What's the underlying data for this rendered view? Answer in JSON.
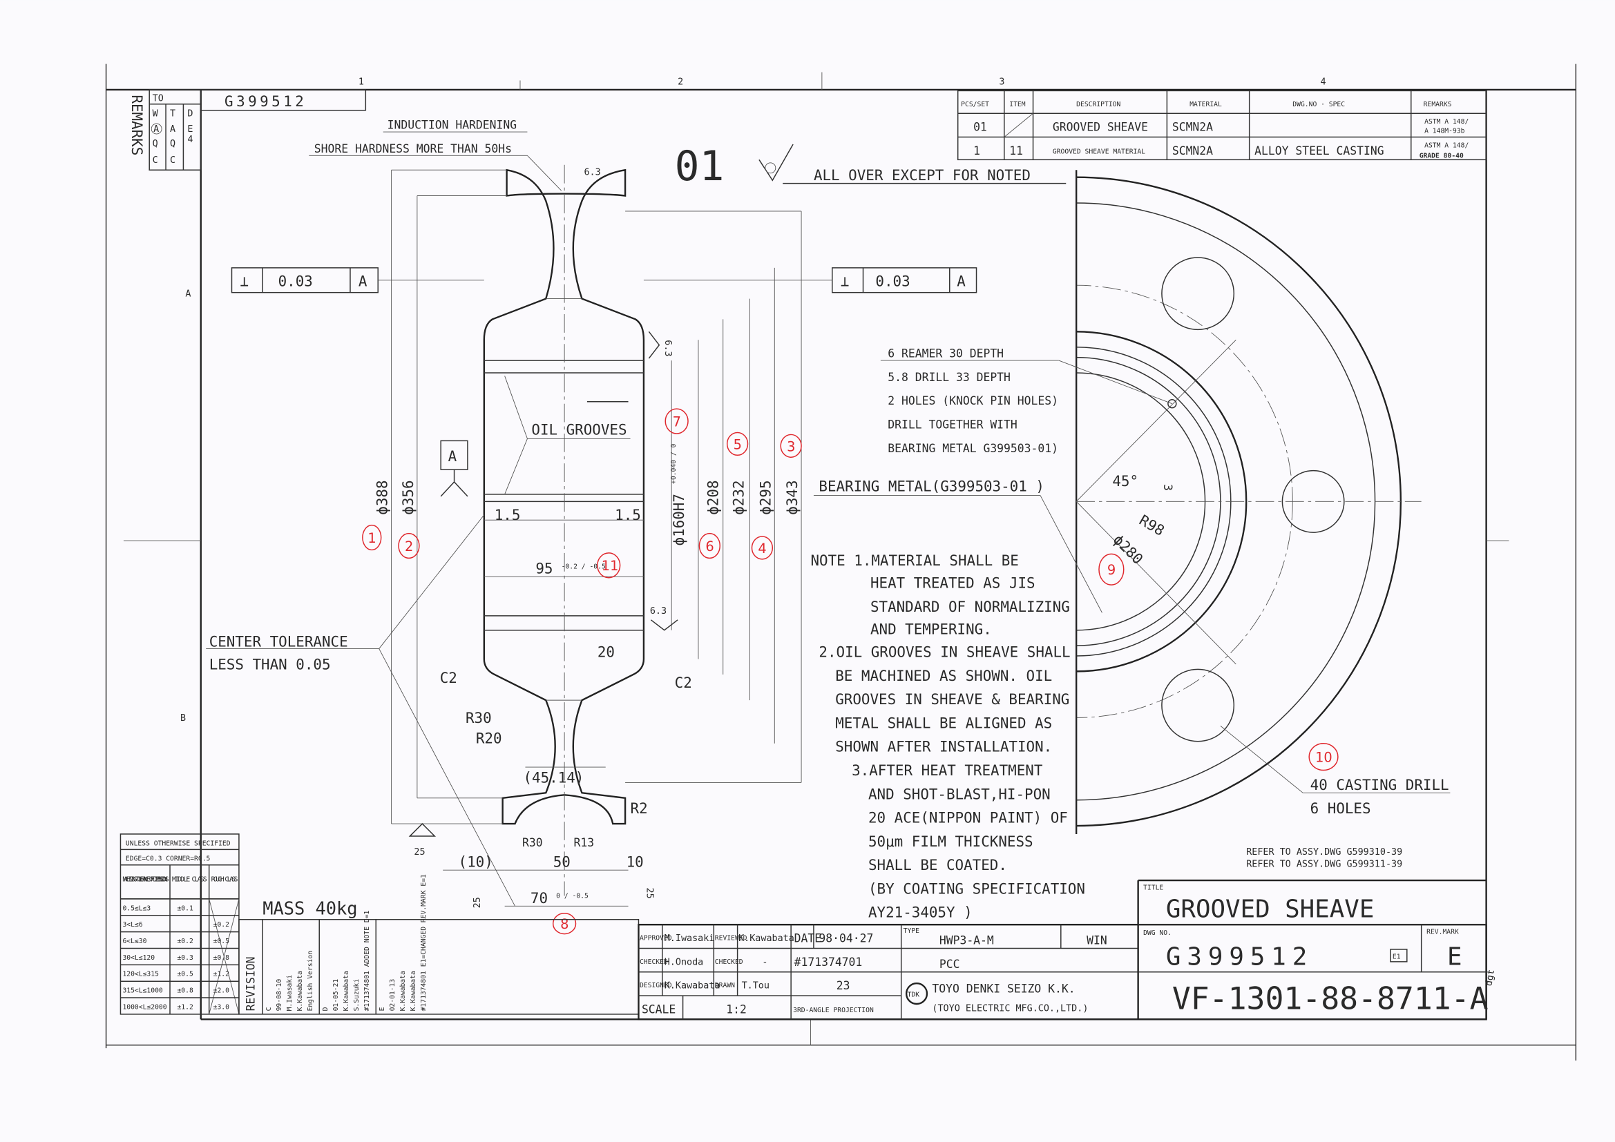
{
  "sheet": {
    "drawing_no_top": "G399512",
    "zones": [
      "1",
      "2",
      "3",
      "4"
    ],
    "rows": [
      "A",
      "B"
    ]
  },
  "remarks_box": {
    "label": "REMARKS",
    "to": "TO",
    "cells": [
      "W",
      "T",
      "D",
      "A",
      "A",
      "E",
      "Q",
      "Q",
      "4",
      "C",
      "C",
      ""
    ]
  },
  "parts_table": {
    "headers": [
      "PCS/SET",
      "ITEM",
      "DESCRIPTION",
      "MATERIAL",
      "DWG.NO  ·  SPEC",
      "REMARKS"
    ],
    "rows": [
      {
        "pcs": "01",
        "item": "",
        "description": "GROOVED SHEAVE",
        "material": "SCMN2A",
        "dwg": "",
        "remarks1": "ASTM A 148/",
        "remarks2": "A 148M-93b"
      },
      {
        "pcs": "1",
        "item": "11",
        "description": "GROOVED SHEAVE MATERIAL",
        "material": "SCMN2A",
        "dwg": "ALLOY STEEL CASTING",
        "remarks1": "ASTM A 148/",
        "remarks2": "GRADE 80-40"
      }
    ]
  },
  "finish": {
    "part_no": "01",
    "note": "ALL OVER EXCEPT FOR NOTED",
    "roughness": "6.3"
  },
  "annotations": {
    "induction": "INDUCTION HARDENING",
    "shore": "SHORE HARDNESS MORE THAN 50Hs",
    "oil_grooves": "OIL GROOVES",
    "center_tol1": "CENTER TOLERANCE",
    "center_tol2": "LESS THAN 0.05",
    "datum": "A",
    "perp_left": [
      "⊥",
      "0.03",
      "A"
    ],
    "perp_right": [
      "⊥",
      "0.03",
      "A"
    ],
    "mass": "MASS 40kg"
  },
  "dimensions": {
    "d388": "ϕ388",
    "d356": "ϕ356",
    "d160": "ϕ160H7",
    "d160tol": "+0.040 / 0",
    "d208": "ϕ208",
    "d232": "ϕ232",
    "d295": "ϕ295",
    "d343": "ϕ343",
    "w95": "95",
    "w95tol": "-0.2 / -0.5",
    "g15a": "1.5",
    "g15b": "1.5",
    "w20": "20",
    "c2a": "C2",
    "c2b": "C2",
    "r30a": "R30",
    "r20": "R20",
    "w4514": "(45.14)",
    "r2": "R2",
    "r30b": "R30",
    "r13": "R13",
    "w10a": "(10)",
    "w50": "50",
    "w10b": "10",
    "w70": "70",
    "w70tol": "0 / -0.5",
    "rough63a": "6.3",
    "rough63b": "6.3",
    "rough63c": "6.3",
    "rough25a": "25",
    "rough25b": "25",
    "rough25c": "25",
    "ang45": "45°",
    "r98": "R98",
    "d280": "ϕ280",
    "three": "3"
  },
  "right_view_notes": {
    "reamer": [
      "6 REAMER 30 DEPTH",
      "5.8 DRILL 33 DEPTH",
      "2 HOLES (KNOCK PIN HOLES)",
      "DRILL TOGETHER WITH",
      "BEARING METAL G399503-01)"
    ],
    "bearing_metal": "BEARING METAL(G399503-01 )",
    "casting_drill": [
      "40 CASTING DRILL",
      "6 HOLES"
    ],
    "refer": [
      "REFER TO ASSY.DWG G599310-39",
      "REFER TO ASSY.DWG G599311-39"
    ]
  },
  "notes": [
    "NOTE 1.MATERIAL SHALL BE",
    "HEAT TREATED AS JIS",
    "STANDARD OF NORMALIZING",
    "AND TEMPERING.",
    "2.OIL GROOVES IN SHEAVE SHALL",
    "BE MACHINED AS SHOWN. OIL",
    "GROOVES IN SHEAVE & BEARING",
    "METAL SHALL BE ALIGNED AS",
    "SHOWN AFTER INSTALLATION.",
    "3.AFTER HEAT TREATMENT",
    "AND SHOT-BLAST,HI-PON",
    "20 ACE(NIPPON PAINT) OF",
    "50μm FILM THICKNESS",
    "SHALL BE COATED.",
    "(BY COATING SPECIFICATION",
    "AY21-3405Y )"
  ],
  "red_marks": [
    "1",
    "2",
    "3",
    "4",
    "5",
    "6",
    "7",
    "8",
    "9",
    "10",
    "11"
  ],
  "tolerance_table": {
    "title1": "UNLESS OTHERWISE SPECIFIED",
    "title2": "EDGE=C0.3 CORNER=R0.5",
    "headers": [
      "MACHINING TOLERANCE OF DIMENSIONS",
      "MIDDLE CLASS",
      "ROUGH CLASS"
    ],
    "rows": [
      {
        "range": "0.5≤L≤3",
        "middle": "±0.1",
        "rough": ""
      },
      {
        "range": "3<L≤6",
        "middle": "",
        "rough": "±0.2"
      },
      {
        "range": "6<L≤30",
        "middle": "±0.2",
        "rough": "±0.5"
      },
      {
        "range": "30<L≤120",
        "middle": "±0.3",
        "rough": "±0.8"
      },
      {
        "range": "120<L≤315",
        "middle": "±0.5",
        "rough": "±1.2"
      },
      {
        "range": "315<L≤1000",
        "middle": "±0.8",
        "rough": "±2.0"
      },
      {
        "range": "1000<L≤2000",
        "middle": "±1.2",
        "rough": "±3.0"
      }
    ]
  },
  "revision": {
    "label": "REVISION",
    "entries": [
      {
        "mark": "C",
        "date": "99·08·10",
        "by1": "M.Iwasaki",
        "by2": "K.Kawabata",
        "desc": "English Version"
      },
      {
        "mark": "D",
        "date": "01·05·21",
        "by1": "K.Kawabata",
        "by2": "S.Suzuki",
        "desc": "#171374801 ADDED NOTE D=1"
      },
      {
        "mark": "E",
        "date": "02·01·13",
        "by1": "K.Kawabata",
        "by2": "K.Kawabata",
        "desc": "#171374801 E1=CHANGED REV.MARK E=1"
      }
    ]
  },
  "title_block": {
    "approved_label": "APPROVED",
    "approved": "M.Iwasaki",
    "reviewed_label": "REVIEWED",
    "reviewed": "K.Kawabata",
    "date_label": "DATE",
    "date": "98·04·27",
    "type_label": "TYPE",
    "type": "HWP3-A-M",
    "win": "WIN",
    "checked_label": "CHECKED",
    "checked": "H.Onoda",
    "checked2_label": "CHECKED",
    "checked2": "-",
    "order": "#171374701",
    "pcc": "PCC",
    "designed_label": "DESIGNED",
    "designed": "K.Kawabata",
    "drawn_label": "DRAWN",
    "drawn": "T.Tou",
    "sheet": "23",
    "scale_label": "SCALE",
    "scale": "1:2",
    "projection": "3RD-ANGLE PROJECTION",
    "company": "TOYO DENKI SEIZO K.K.",
    "company_en": "(TOYO ELECTRIC MFG.CO.,LTD.)",
    "logo": "TDK",
    "title_label": "TITLE",
    "title": "GROOVED SHEAVE",
    "dwg_no_label": "DWG NO.",
    "dwg_no": "G399512",
    "rev_mark_label": "REV.MARK",
    "rev_e1": "E1",
    "rev_mark": "E",
    "customer_no": "VF-1301-88-8711-A",
    "initials": "dgt"
  }
}
